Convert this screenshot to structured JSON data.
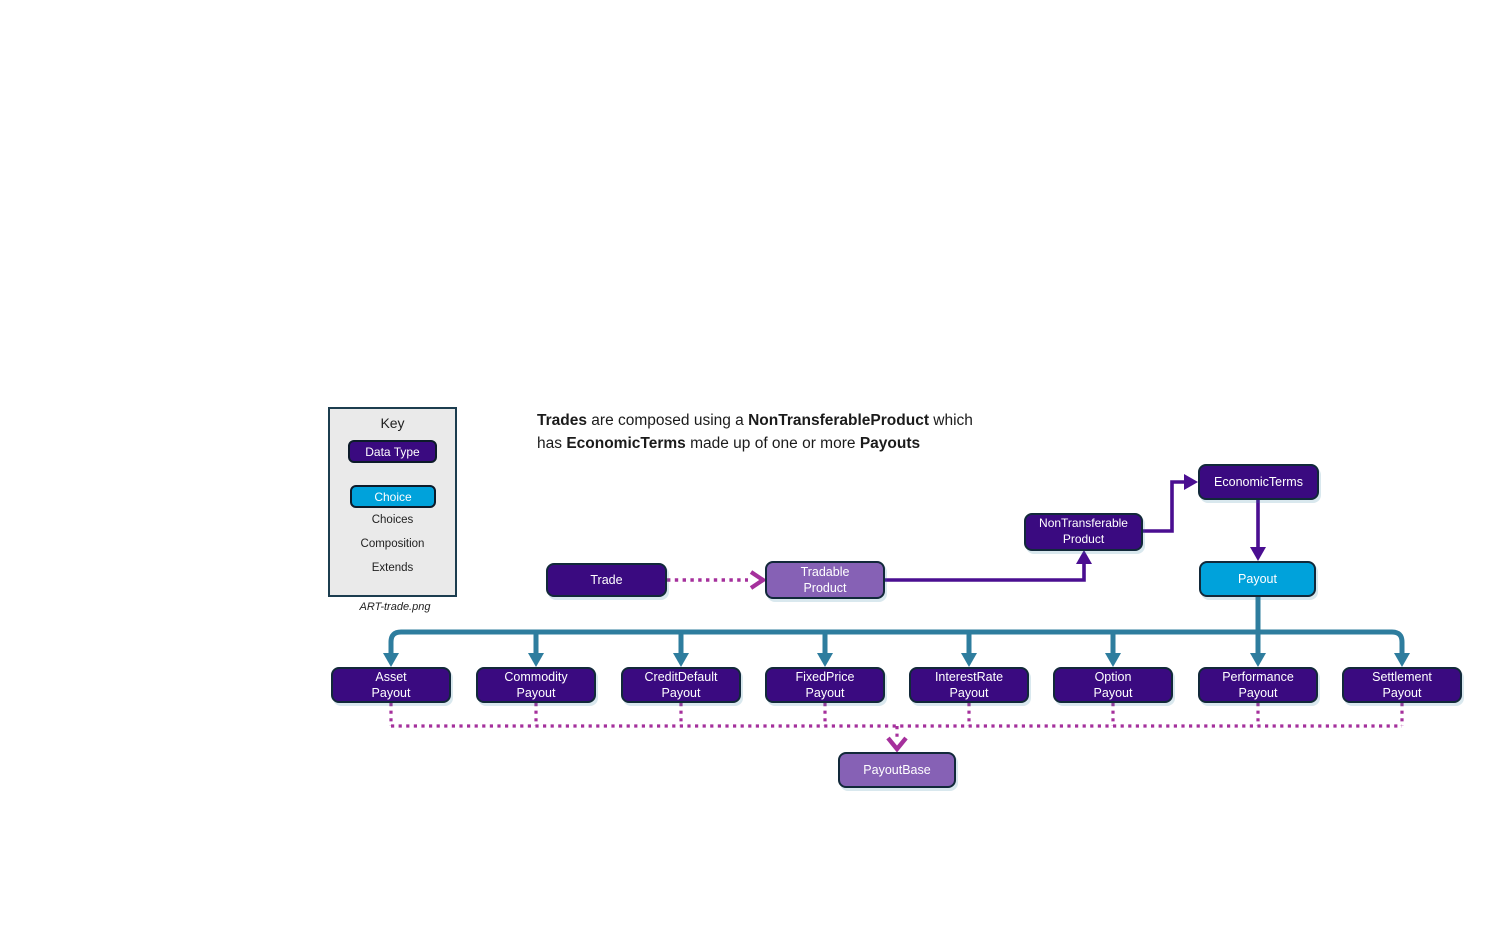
{
  "heading": {
    "line1": [
      "Trades",
      " are composed using a ",
      "NonTransferableProduct",
      " which"
    ],
    "line2": [
      "has ",
      "EconomicTerms",
      " made up of one or more ",
      "Payouts"
    ]
  },
  "key": {
    "title": "Key",
    "data_type": "Data Type",
    "choice": "Choice",
    "choices": "Choices",
    "composition": "Composition",
    "extends": "Extends",
    "caption": "ART-trade.png"
  },
  "nodes": {
    "trade": "Trade",
    "tradable_product": {
      "line1": "Tradable",
      "line2": "Product"
    },
    "non_transferable_product": {
      "line1": "NonTransferable",
      "line2": "Product"
    },
    "economic_terms": "EconomicTerms",
    "payout": "Payout",
    "payout_base": "PayoutBase"
  },
  "payout_types": [
    {
      "line1": "Asset",
      "line2": "Payout"
    },
    {
      "line1": "Commodity",
      "line2": "Payout"
    },
    {
      "line1": "CreditDefault",
      "line2": "Payout"
    },
    {
      "line1": "FixedPrice",
      "line2": "Payout"
    },
    {
      "line1": "InterestRate",
      "line2": "Payout"
    },
    {
      "line1": "Option",
      "line2": "Payout"
    },
    {
      "line1": "Performance",
      "line2": "Payout"
    },
    {
      "line1": "Settlement",
      "line2": "Payout"
    }
  ],
  "colors": {
    "data_type_fill": "#3A0A80",
    "choice_fill": "#00A2DB",
    "medium_purple_fill": "#8661B5",
    "choices_arrow": "#2E7D9E",
    "composition_arrow": "#4A0E91",
    "extends_arrow": "#A5309C",
    "box_border": "#12293A",
    "key_background": "#EAEAEA"
  }
}
